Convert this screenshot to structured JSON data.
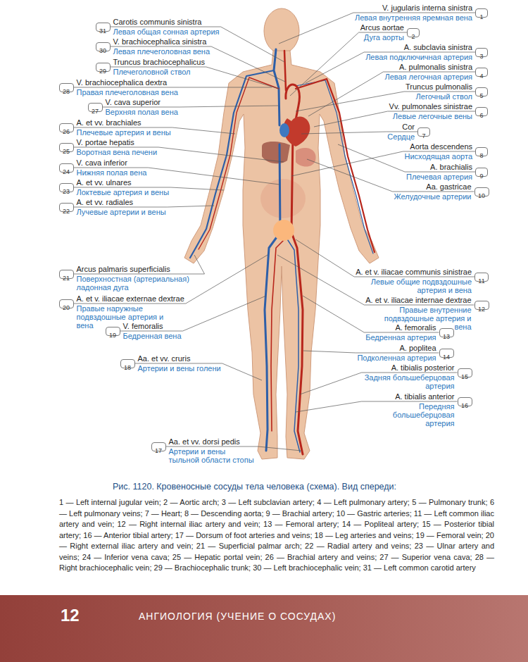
{
  "diagram": {
    "caption": "Рис. 1120. Кровеносные сосуды тела человека (схема). Вид спереди:",
    "nodes": [
      {
        "text": [
          "1"
        ]
      },
      {
        "text": [
          "2"
        ]
      },
      {
        "text": [
          "3"
        ]
      },
      {
        "text": [
          "4"
        ]
      },
      {
        "text": [
          "5"
        ]
      },
      {
        "text": [
          "6"
        ]
      },
      {
        "text": [
          "7"
        ]
      },
      {
        "text": [
          "8"
        ]
      },
      {
        "text": [
          "9"
        ]
      },
      {
        "text": [
          "10"
        ]
      },
      {
        "text": [
          "11"
        ]
      },
      {
        "text": [
          "12"
        ]
      },
      {
        "text": [
          "13"
        ]
      },
      {
        "text": [
          "14"
        ]
      },
      {
        "text": [
          "15"
        ]
      },
      {
        "text": [
          "16"
        ]
      },
      {
        "text": [
          "17"
        ]
      },
      {
        "text": [
          "18"
        ]
      },
      {
        "text": [
          "19"
        ]
      },
      {
        "text": [
          "20"
        ]
      },
      {
        "text": [
          "21"
        ]
      },
      {
        "text": [
          "22"
        ]
      },
      {
        "text": [
          "23"
        ]
      },
      {
        "text": [
          "24"
        ]
      },
      {
        "text": [
          "25"
        ]
      },
      {
        "text": [
          "26"
        ]
      },
      {
        "text": [
          "27"
        ]
      },
      {
        "text": [
          "28"
        ]
      },
      {
        "text": [
          "29"
        ]
      },
      {
        "text": [
          "30"
        ]
      },
      {
        "text": [
          "31"
        ]
      }
    ],
    "labels": [
      "V. jugularis interna sinistra",
      "Левая внутренняя яремная вена",
      "Arcus aortae",
      "Дуга аорты",
      "A. subclavia sinistra",
      "Левая подключичная артерия",
      "A. pulmonalis sinistra",
      "Левая легочная артерия",
      "Truncus pulmonalis",
      "Легочный ствол",
      "Vv. pulmonales sinistrae",
      "Левые легочные вены",
      "Cor",
      "Сердце",
      "Aorta descendens",
      "Нисходящая аорта",
      "A. brachialis",
      "Плечевая артерия",
      "Aa. gastricae",
      "Желудочные артерии",
      "A. et v. iliacae communis sinistrae",
      "Левые общие подвздошные артерия и вена",
      "A. et v. iliacae internae dextrae",
      "Правые внутренние подвздошные артерия и вена",
      "A. femoralis",
      "Бедренная артерия",
      "A. poplitea",
      "Подколенная артерия",
      "A. tibialis posterior",
      "Задняя большеберцовая артерия",
      "A. tibialis anterior",
      "Передняя большеберцовая артерия",
      "Aa. et vv. dorsi pedis",
      "Артерии и вены тыльной области стопы",
      "Aa. et vv. cruris",
      "Артерии и вены голени",
      "V. femoralis",
      "Бедренная вена",
      "A. et v. iliacae externae dextrae",
      "Правые наружные подвздошные артерия и вена",
      "Arcus palmaris superficialis",
      "Поверхностная (артериальная) ладонная дуга",
      "A. et vv. radiales",
      "Лучевые артерии и вены",
      "A. et vv. ulnares",
      "Локтевые артерия и вены",
      "V. cava inferior",
      "Нижняя полая вена",
      "V. portae hepatis",
      "Воротная вена печени",
      "A. et vv. brachiales",
      "Плечевые артерия и вены",
      "V. cava superior",
      "Верхняя полая вена",
      "V. brachiocephalica dextra",
      "Правая плечеголовная вена",
      "Truncus brachiocephalicus",
      "Плечеголовной ствол",
      "V. brachiocephalica sinistra",
      "Левая плечеголовная вена",
      "Carotis communis sinistra",
      "Левая общая сонная артерия",
      "1 — Left internal jugular vein; 2 — Aortic arch; 3 — Left subclavian artery; 4 — Left pulmonary artery; 5 — Pulmonary trunk; 6 — Left pulmonary veins; 7 — Heart; 8 — Descending aorta; 9 — Brachial artery; 10 — Gastric arteries; 11 — Left common iliac artery and vein; 12 — Right internal iliac artery and vein; 13 — Femoral artery; 14 — Popliteal artery; 15 — Posterior tibial artery; 16 — Anterior tibial artery; 17 — Dorsum of foot arteries and veins; 18 — Leg arteries and veins; 19 — Femoral vein; 20 — Right external iliac artery and vein; 21 — Superficial palmar arch; 22 — Radial artery and veins; 23 — Ulnar artery and veins; 24 — Inferior vena cava; 25 — Hepatic portal vein; 26 — Brachial artery and veins; 27 — Superior vena cava; 28 — Right brachiocephalic vein; 29 — Brachiocephalic trunk; 30 — Left brachiocephalic vein; 31 — Left common carotid artery",
      "12",
      "АНГИОЛОГИЯ (УЧЕНИЕ О СОСУДАХ)"
    ]
  }
}
